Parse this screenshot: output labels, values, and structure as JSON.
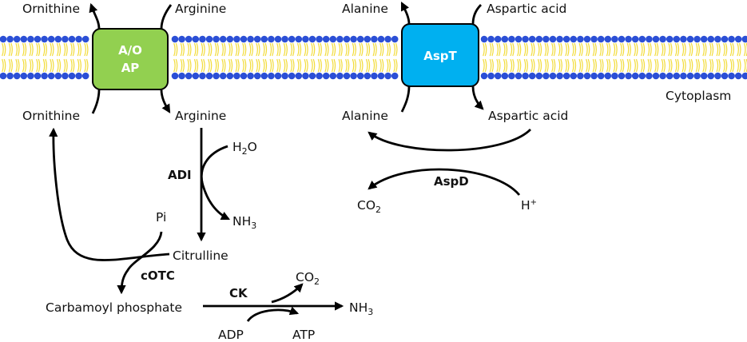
{
  "compartment_label": "Cytoplasm",
  "transporters": {
    "aoap": {
      "line1": "A/O",
      "line2": "AP",
      "color": "#92d050"
    },
    "aspt": {
      "label": "AspT",
      "color": "#00b0f0"
    }
  },
  "aoap_labels": {
    "out_left": "Ornithine",
    "out_right": "Arginine",
    "in_left": "Ornithine",
    "in_right": "Arginine"
  },
  "aspt_labels": {
    "out_left": "Alanine",
    "out_right": "Aspartic acid",
    "in_left": "Alanine",
    "in_right": "Aspartic acid"
  },
  "adi": {
    "enzyme": "ADI",
    "water": {
      "main": "H",
      "sub": "2",
      "tail": "O"
    },
    "ammonia": {
      "main": "NH",
      "sub": "3"
    }
  },
  "citrulline": "Citrulline",
  "pi": "Pi",
  "cotc": "cOTC",
  "carbamoyl_phosphate": "Carbamoyl phosphate",
  "ck": {
    "enzyme": "CK",
    "co2": {
      "main": "CO",
      "sub": "2"
    },
    "nh3": {
      "main": "NH",
      "sub": "3"
    },
    "adp": "ADP",
    "atp": "ATP"
  },
  "aspd": {
    "enzyme": "AspD",
    "co2": {
      "main": "CO",
      "sub": "2"
    },
    "proton": {
      "main": "H",
      "sup": "+"
    }
  },
  "colors": {
    "membrane_head": "#2b4fd6",
    "membrane_tail": "#f2dc3a",
    "arrow": "#000000"
  }
}
